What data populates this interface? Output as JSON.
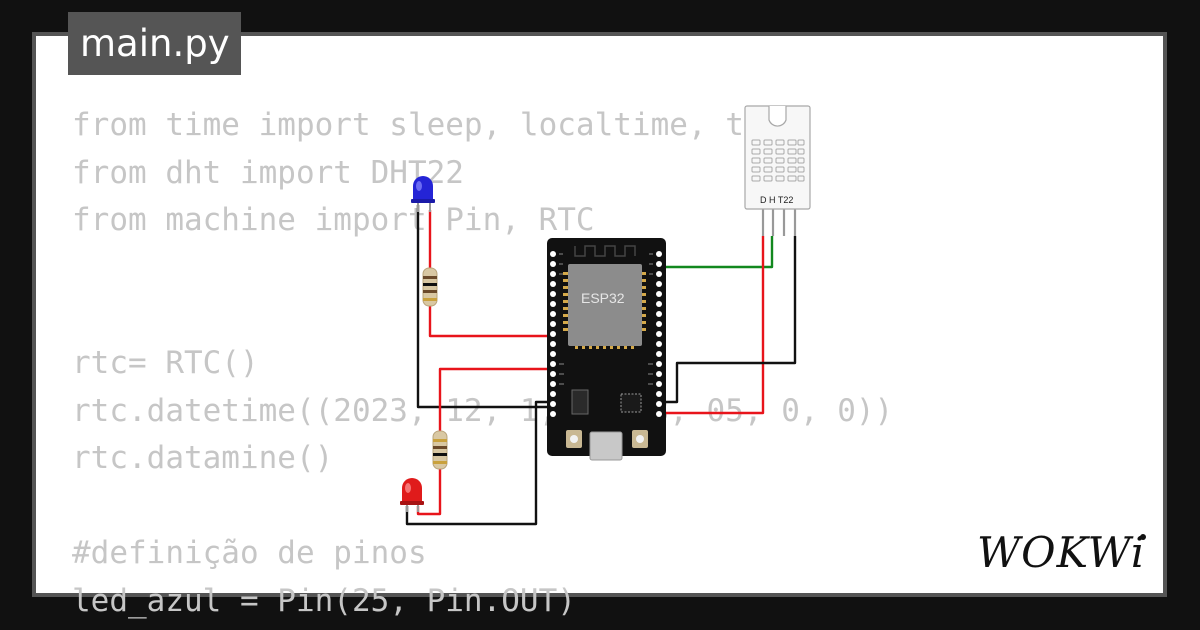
{
  "header": {
    "filename": "main.py"
  },
  "code": {
    "lines": [
      "from time import sleep, localtime, time",
      "from dht import DHT22",
      "from machine import Pin, RTC",
      "",
      "",
      "rtc= RTC()",
      "rtc.datetime((2023, 12, 1, 4, 23, 05, 0, 0))",
      "rtc.datamine()",
      "",
      "#definição de pinos",
      "led_azul = Pin(25, Pin.OUT)"
    ]
  },
  "components": {
    "mcu_label": "ESP32",
    "sensor_label": "D H T22"
  },
  "branding": {
    "logo_text": "WOKWi"
  },
  "colors": {
    "background": "#111111",
    "card": "#ffffff",
    "tab": "#555555",
    "code_text": "#c6c6c6",
    "wire_red": "#e8141b",
    "wire_black": "#111111",
    "wire_green": "#12881e",
    "led_blue": "#2424d6",
    "led_red": "#e01b1b"
  }
}
